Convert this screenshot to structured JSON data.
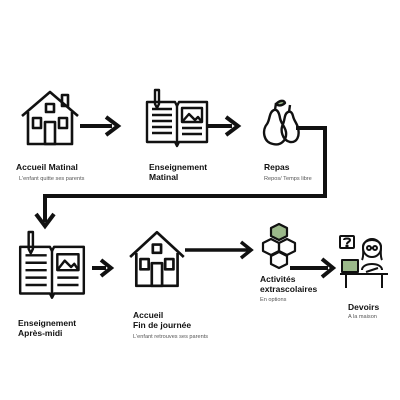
{
  "steps": [
    {
      "title_lines": [
        "Accueil Matinal"
      ],
      "subtitle": "L'enfant quitte ses parents",
      "icon": "house-icon"
    },
    {
      "title_lines": [
        "Enseignement",
        "Matinal"
      ],
      "subtitle": "",
      "icon": "open-book-icon"
    },
    {
      "title_lines": [
        "Repas"
      ],
      "subtitle": "Repos/ Temps libre",
      "icon": "pears-icon"
    },
    {
      "title_lines": [
        "Enseignement",
        "Après-midi"
      ],
      "subtitle": "",
      "icon": "open-book-icon"
    },
    {
      "title_lines": [
        "Accueil",
        "Fin de journée"
      ],
      "subtitle": "L'enfant retrouves ses parents",
      "icon": "house-icon"
    },
    {
      "title_lines": [
        "Activités",
        "extrascolaires"
      ],
      "subtitle": "En options",
      "icon": "hexagons-icon"
    },
    {
      "title_lines": [
        "Devoirs"
      ],
      "subtitle": "A la maison",
      "icon": "student-desk-icon"
    }
  ],
  "colors": {
    "ink": "#111111",
    "subtitle": "#555555",
    "leaf": "#9bb88a",
    "background": "#ffffff"
  }
}
